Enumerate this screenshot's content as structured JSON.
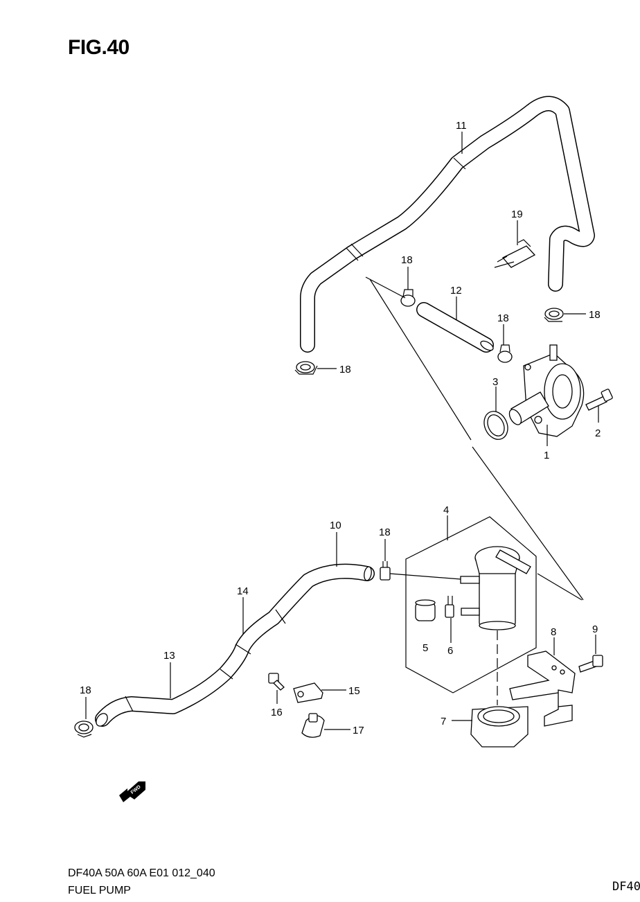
{
  "figure": {
    "title": "FIG.40"
  },
  "footer": {
    "model": "DF40A 50A 60A E01 012_040",
    "name": "FUEL PUMP",
    "corner": "DF40"
  },
  "fwd_arrow": {
    "label": "FWD"
  },
  "callouts": {
    "c1": "1",
    "c2": "2",
    "c3": "3",
    "c4": "4",
    "c5": "5",
    "c6": "6",
    "c7": "7",
    "c8": "8",
    "c9": "9",
    "c10": "10",
    "c11": "11",
    "c12": "12",
    "c13": "13",
    "c14": "14",
    "c15": "15",
    "c16": "16",
    "c17": "17",
    "c18": "18",
    "c19": "19"
  }
}
